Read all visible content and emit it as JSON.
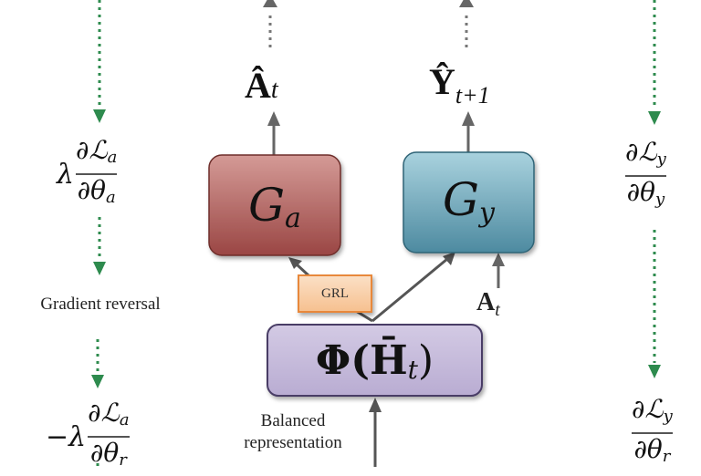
{
  "colors": {
    "green_arrow": "#2e8b4e",
    "gray_arrow": "#666666",
    "ga_box": "#b0605e",
    "gy_box": "#6aa6b8",
    "phi_box": "#c7bcdb",
    "grl_box": "#f7c79c",
    "grl_border": "#e8883a"
  },
  "outputs": {
    "a_hat": "Â",
    "a_hat_sub": "t",
    "y_hat": "Ŷ",
    "y_hat_sub": "t+1"
  },
  "boxes": {
    "ga": {
      "main": "G",
      "sub": "a"
    },
    "gy": {
      "main": "G",
      "sub": "y"
    },
    "grl": {
      "label": "GRL"
    },
    "phi": {
      "main": "Φ(H̄",
      "sub": "t",
      "close": ")"
    }
  },
  "inputs": {
    "a_t": "A",
    "a_t_sub": "t"
  },
  "labels": {
    "gradient_reversal": "Gradient reversal",
    "balanced_line1": "Balanced",
    "balanced_line2": "representation"
  },
  "gradients": {
    "left_top": {
      "prefix": "λ",
      "num": "∂ℒ",
      "num_sub": "a",
      "den": "∂θ",
      "den_sub": "a"
    },
    "left_bottom": {
      "prefix": "−λ",
      "num": "∂ℒ",
      "num_sub": "a",
      "den": "∂θ",
      "den_sub": "r"
    },
    "right_top": {
      "prefix": "",
      "num": "∂ℒ",
      "num_sub": "y",
      "den": "∂θ",
      "den_sub": "y"
    },
    "right_bottom": {
      "prefix": "",
      "num": "∂ℒ",
      "num_sub": "y",
      "den": "∂θ",
      "den_sub": "r"
    }
  }
}
